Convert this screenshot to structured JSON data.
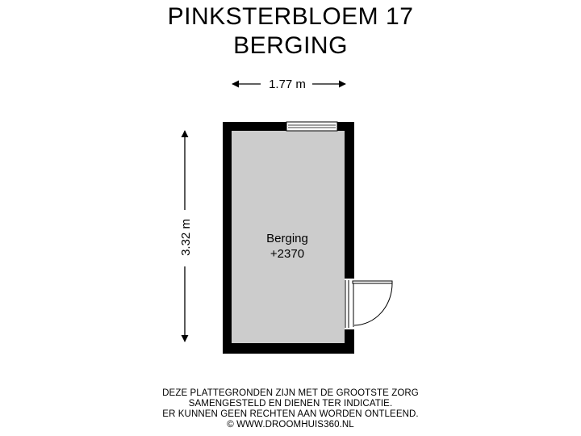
{
  "title": {
    "line1": "PINKSTERBLOEM 17",
    "line2": "BERGING"
  },
  "dimensions": {
    "width": "1.77 m",
    "height": "3.32 m"
  },
  "room": {
    "name": "Berging",
    "level": "+2370"
  },
  "disclaimer": {
    "line1": "DEZE PLATTEGRONDEN ZIJN MET DE GROOTSTE ZORG",
    "line2": "SAMENGESTELD EN DIENEN TER INDICATIE.",
    "line3": "ER KUNNEN GEEN RECHTEN AAN WORDEN ONTLEEND.",
    "line4": "© WWW.DROOMHUIS360.NL"
  },
  "colors": {
    "wall": "#000000",
    "floor": "#cccccc",
    "background": "#ffffff"
  }
}
